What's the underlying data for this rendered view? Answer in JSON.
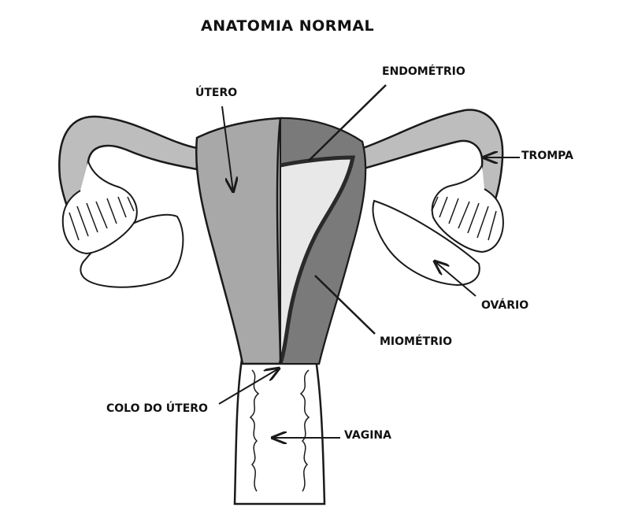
{
  "title": "ANATOMIA NORMAL",
  "labels": {
    "utero": "ÚTERO",
    "endometrio": "ENDOMÉTRIO",
    "trompa": "TROMPA",
    "ovario": "OVÁRIO",
    "miometrio": "MIOMÉTRIO",
    "colo": "COLO DO ÚTERO",
    "vagina": "VAGINA"
  },
  "colors": {
    "outline": "#1a1a1a",
    "uterus_fill": "#a8a8a8",
    "myometrium_fill": "#7a7a7a",
    "cavity_fill": "#e8e8e8",
    "tube_fill": "#bdbdbd",
    "background": "#ffffff"
  }
}
